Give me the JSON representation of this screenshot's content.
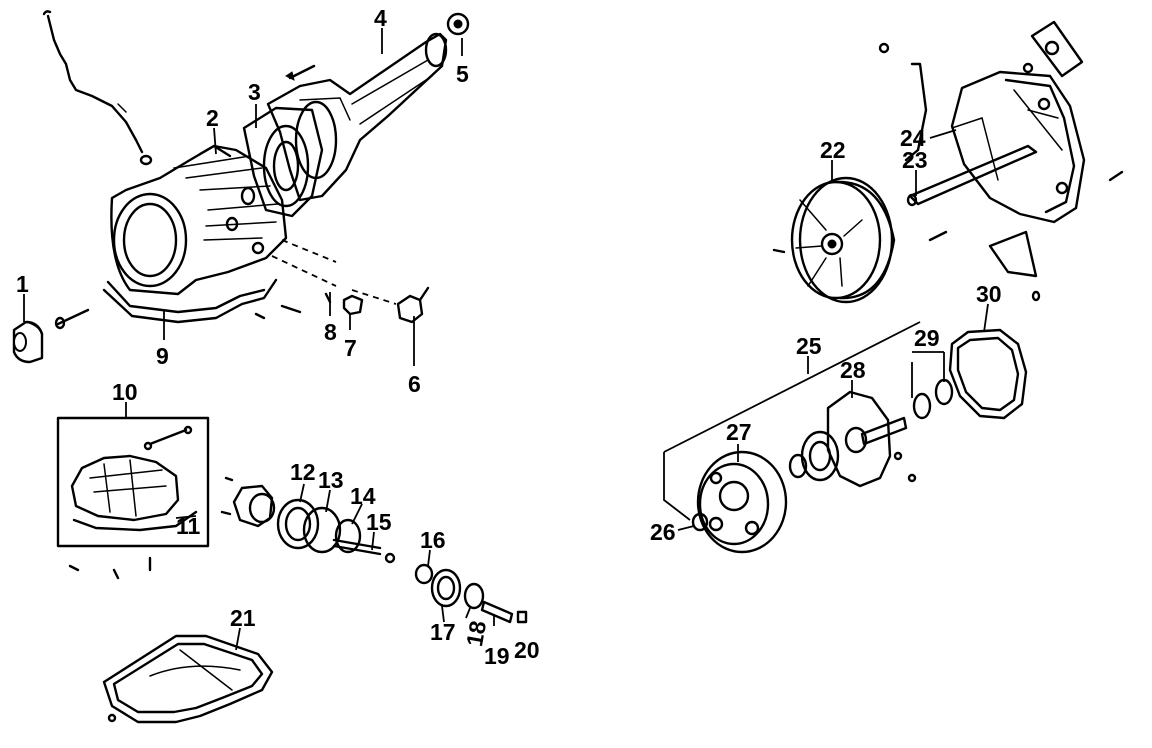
{
  "diagram": {
    "background": "#ffffff",
    "ink": "#000000",
    "callouts": [
      {
        "id": "1",
        "label": "1"
      },
      {
        "id": "2",
        "label": "2"
      },
      {
        "id": "3",
        "label": "3"
      },
      {
        "id": "4",
        "label": "4"
      },
      {
        "id": "5",
        "label": "5"
      },
      {
        "id": "6",
        "label": "6"
      },
      {
        "id": "7",
        "label": "7"
      },
      {
        "id": "8",
        "label": "8"
      },
      {
        "id": "9",
        "label": "9"
      },
      {
        "id": "10",
        "label": "10"
      },
      {
        "id": "11",
        "label": "11"
      },
      {
        "id": "12",
        "label": "12"
      },
      {
        "id": "13",
        "label": "13"
      },
      {
        "id": "14",
        "label": "14"
      },
      {
        "id": "15",
        "label": "15"
      },
      {
        "id": "16",
        "label": "16"
      },
      {
        "id": "17",
        "label": "17"
      },
      {
        "id": "18",
        "label": "18"
      },
      {
        "id": "19",
        "label": "19"
      },
      {
        "id": "20",
        "label": "20"
      },
      {
        "id": "21",
        "label": "21"
      },
      {
        "id": "22",
        "label": "22"
      },
      {
        "id": "23",
        "label": "23"
      },
      {
        "id": "24",
        "label": "24"
      },
      {
        "id": "25",
        "label": "25"
      },
      {
        "id": "26",
        "label": "26"
      },
      {
        "id": "27",
        "label": "27"
      },
      {
        "id": "28",
        "label": "28"
      },
      {
        "id": "29",
        "label": "29"
      },
      {
        "id": "30",
        "label": "30"
      }
    ]
  }
}
